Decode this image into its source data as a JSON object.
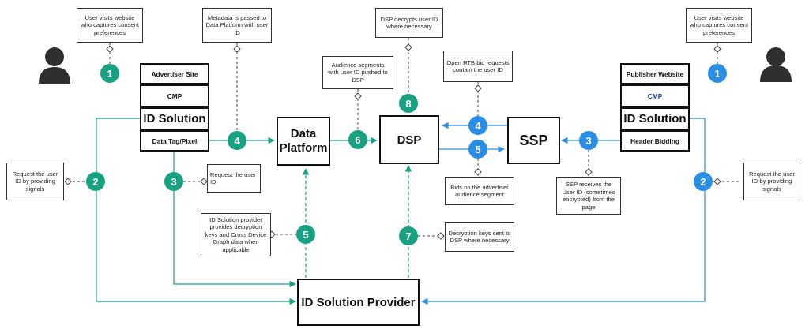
{
  "colors": {
    "advertiser": "#17a383",
    "publisher": "#2a8ee6",
    "line": "#111111"
  },
  "icons": {
    "user_left": "user-silhouette-icon",
    "user_right": "user-silhouette-icon"
  },
  "advertiser_stack": {
    "site": "Advertiser Site",
    "cmp": "CMP",
    "id_solution": "ID Solution",
    "data_tag": "Data Tag/Pixel"
  },
  "publisher_stack": {
    "site": "Publisher Website",
    "cmp": "CMP",
    "id_solution": "ID Solution",
    "header_bidding": "Header Bidding"
  },
  "nodes": {
    "data_platform": "Data\nPlatform",
    "dsp": "DSP",
    "ssp": "SSP",
    "id_provider": "ID Solution Provider"
  },
  "notes": {
    "adv_visit": "User visits website who captures consent preferences",
    "metadata": "Metadata is passed to Data Platform with user ID",
    "dsp_decrypt": "DSP decrypts user ID where necessary",
    "pub_visit": "User visits website who captures consent preferences",
    "segments": "Audience segments with user ID pushed to DSP",
    "open_rtb": "Open RTB bid requests contain the user ID",
    "adv_request": "Request the user ID by providing signals",
    "adv_request_id": "Request the user ID",
    "bids": "Bids on the advertiser audience segment",
    "ssp_receives": "SSP receives the User ID (sometimes encrypted) from the page",
    "pub_request": "Request the user ID by providing signals",
    "provider_keys": "ID Solution provider provides decryption keys and Cross Device Graph data when applicable",
    "decrypt_keys": "Decryption keys sent to DSP where necessary"
  },
  "steps": {
    "adv_1": "1",
    "adv_2": "2",
    "adv_3": "3",
    "adv_4": "4",
    "adv_5": "5",
    "adv_6": "6",
    "adv_7": "7",
    "adv_8": "8",
    "pub_1": "1",
    "pub_2": "2",
    "pub_3": "3",
    "pub_4": "4",
    "pub_5": "5"
  }
}
